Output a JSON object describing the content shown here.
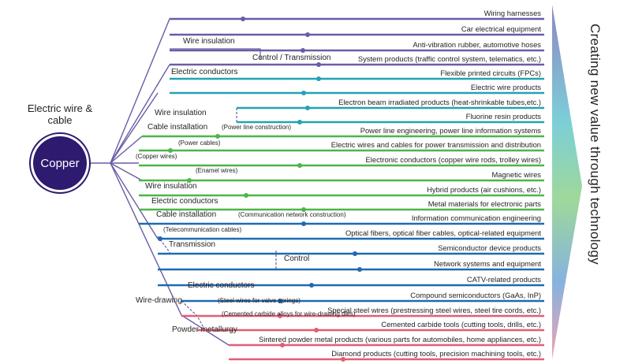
{
  "hub": {
    "label": "Copper"
  },
  "header": {
    "line1": "Electric wire &",
    "line2": "cable"
  },
  "side_title": "Creating new value through technology",
  "colors": {
    "hub_fill": "#2e1a6e",
    "purple": "#6a5ca8",
    "teal": "#24a2b4",
    "green": "#4cb648",
    "blue": "#1e6ab0",
    "red": "#e25e74",
    "text": "#231f20"
  },
  "products": [
    {
      "label": "Wiring harnesses",
      "color": "purple"
    },
    {
      "label": "Car electrical equipment",
      "color": "purple"
    },
    {
      "label": "Anti-vibration rubber, automotive hoses",
      "color": "purple"
    },
    {
      "label": "System products (traffic control system, telematics, etc.)",
      "color": "purple"
    },
    {
      "label": "Flexible printed circuits (FPCs)",
      "color": "teal"
    },
    {
      "label": "Electric wire products",
      "color": "teal"
    },
    {
      "label": "Electron beam irradiated products (heat-shrinkable tubes,etc.)",
      "color": "teal"
    },
    {
      "label": "Fluorine resin products",
      "color": "teal"
    },
    {
      "label": "Power line engineering, power line information systems",
      "color": "green"
    },
    {
      "label": "Electric wires and cables for power transmission and distribution",
      "color": "green"
    },
    {
      "label": "Electronic conductors (copper wire rods, trolley wires)",
      "color": "green"
    },
    {
      "label": "Magnetic wires",
      "color": "green"
    },
    {
      "label": "Hybrid products (air cushions, etc.)",
      "color": "green"
    },
    {
      "label": "Metal materials for electronic parts",
      "color": "green"
    },
    {
      "label": "Information communication engineering",
      "color": "blue"
    },
    {
      "label": "Optical fibers, optical fiber cables, optical-related equipment",
      "color": "blue"
    },
    {
      "label": "Semiconductor device products",
      "color": "blue"
    },
    {
      "label": "Network systems and equipment",
      "color": "blue"
    },
    {
      "label": "CATV-related products",
      "color": "blue"
    },
    {
      "label": "Compound semiconductors (GaAs, InP)",
      "color": "blue"
    },
    {
      "label": "Special steel wires (prestressing steel wires, steel tire cords, etc.)",
      "color": "red"
    },
    {
      "label": "Cemented carbide tools (cutting tools, drills, etc.)",
      "color": "red"
    },
    {
      "label": "Sintered powder metal products (various parts for automobiles, home appliances, etc.)",
      "color": "red"
    },
    {
      "label": "Diamond products (cutting tools, precision machining tools, etc.)",
      "color": "red"
    }
  ],
  "process_labels": [
    "Wire insulation",
    "Control / Transmission",
    "Electric conductors",
    "Wire insulation",
    "Cable installation",
    "(Power line construction)",
    "(Power cables)",
    "(Copper wires)",
    "(Enamel wires)",
    "Wire insulation",
    "Electric conductors",
    "Cable installation",
    "(Communication network construction)",
    "(Telecommunication cables)",
    "Transmission",
    "Control",
    "Electric conductors",
    "Wire-drawing",
    "(Steel wires for valve springs)",
    "(Cemented carbide alloys for wire-drawing dies)",
    "Powder metallurgy"
  ]
}
